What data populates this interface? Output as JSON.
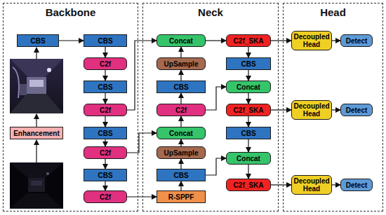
{
  "diagram": {
    "nodes": [
      {
        "text": [
          "Backbone"
        ]
      },
      {
        "text": [
          "Neck"
        ]
      },
      {
        "text": [
          "Head"
        ]
      },
      {
        "text": [
          "CBS"
        ],
        "in": 0
      },
      {
        "text": [
          "Enhancement"
        ],
        "in": 0
      },
      {
        "text": [
          "CBS"
        ],
        "in": 0
      },
      {
        "text": [
          "C2f"
        ],
        "in": 0
      },
      {
        "text": [
          "CBS"
        ],
        "in": 0
      },
      {
        "text": [
          "C2f"
        ],
        "in": 0
      },
      {
        "text": [
          "CBS"
        ],
        "in": 0
      },
      {
        "text": [
          "C2f"
        ],
        "in": 0
      },
      {
        "text": [
          "CBS"
        ],
        "in": 0
      },
      {
        "text": [
          "C2f"
        ],
        "in": 0
      },
      {
        "text": [
          "Concat"
        ],
        "in": 1
      },
      {
        "text": [
          "UpSample"
        ],
        "in": 1
      },
      {
        "text": [
          "CBS"
        ],
        "in": 1
      },
      {
        "text": [
          "C2f"
        ],
        "in": 1
      },
      {
        "text": [
          "Concat"
        ],
        "in": 1
      },
      {
        "text": [
          "UpSample"
        ],
        "in": 1
      },
      {
        "text": [
          "CBS"
        ],
        "in": 1
      },
      {
        "text": [
          "R-SPPF"
        ],
        "in": 1
      },
      {
        "text": [
          "C2f_SKA"
        ],
        "in": 1
      },
      {
        "text": [
          "CBS"
        ],
        "in": 1
      },
      {
        "text": [
          "Concat"
        ],
        "in": 1
      },
      {
        "text": [
          "C2f_SKA"
        ],
        "in": 1
      },
      {
        "text": [
          "CBS"
        ],
        "in": 1
      },
      {
        "text": [
          "Concat"
        ],
        "in": 1
      },
      {
        "text": [
          "C2f_SKA"
        ],
        "in": 1
      },
      {
        "text": [
          "Decoupled Head"
        ],
        "in": 2
      },
      {
        "text": [
          "Detect"
        ],
        "in": 2
      },
      {
        "text": [
          "Decoupled Head"
        ],
        "in": 2
      },
      {
        "text": [
          "Detect"
        ],
        "in": 2
      },
      {
        "text": [
          "Decoupled Head"
        ],
        "in": 2
      },
      {
        "text": [
          "Detect"
        ],
        "in": 2
      }
    ],
    "edges": [
      {
        "from": 3,
        "to": 5,
        "arrow": "to"
      },
      {
        "from": 5,
        "to": 6,
        "arrow": "to"
      },
      {
        "from": 6,
        "to": 7,
        "arrow": "to"
      },
      {
        "from": 7,
        "to": 8,
        "arrow": "to"
      },
      {
        "from": 8,
        "to": 9,
        "arrow": "to"
      },
      {
        "from": 9,
        "to": 10,
        "arrow": "to"
      },
      {
        "from": 10,
        "to": 11,
        "arrow": "to"
      },
      {
        "from": 11,
        "to": 12,
        "arrow": "to"
      },
      {
        "from": 12,
        "to": 20,
        "arrow": "to"
      },
      {
        "from": 20,
        "to": 19,
        "arrow": "to"
      },
      {
        "from": 19,
        "to": 18,
        "arrow": "to"
      },
      {
        "from": 18,
        "to": 17,
        "arrow": "to"
      },
      {
        "from": 17,
        "to": 16,
        "arrow": "to"
      },
      {
        "from": 16,
        "to": 15,
        "arrow": "to"
      },
      {
        "from": 15,
        "to": 14,
        "arrow": "to"
      },
      {
        "from": 14,
        "to": 13,
        "arrow": "to"
      },
      {
        "from": 13,
        "to": 21,
        "arrow": "to"
      },
      {
        "from": 21,
        "to": 22,
        "arrow": "to"
      },
      {
        "from": 22,
        "to": 23,
        "arrow": "to"
      },
      {
        "from": 23,
        "to": 24,
        "arrow": "to"
      },
      {
        "from": 24,
        "to": 25,
        "arrow": "to"
      },
      {
        "from": 25,
        "to": 26,
        "arrow": "to"
      },
      {
        "from": 26,
        "to": 27,
        "arrow": "to"
      },
      {
        "from": 8,
        "to": 13,
        "arrow": "to"
      },
      {
        "from": 10,
        "to": 17,
        "arrow": "to"
      },
      {
        "from": 16,
        "to": 23,
        "arrow": "to"
      },
      {
        "from": 19,
        "to": 26,
        "arrow": "to"
      },
      {
        "from": 21,
        "to": 28,
        "arrow": "to"
      },
      {
        "from": 28,
        "to": 29,
        "arrow": "to"
      },
      {
        "from": 24,
        "to": 30,
        "arrow": "to"
      },
      {
        "from": 30,
        "to": 31,
        "arrow": "to"
      },
      {
        "from": 27,
        "to": 32,
        "arrow": "to"
      },
      {
        "from": 32,
        "to": 33,
        "arrow": "to"
      }
    ]
  }
}
